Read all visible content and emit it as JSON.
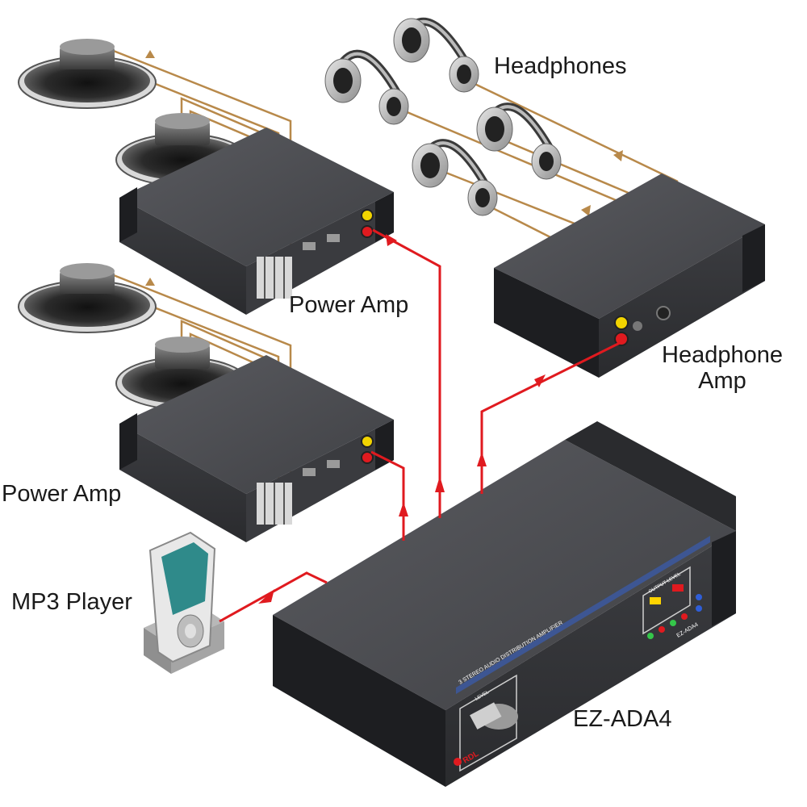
{
  "labels": {
    "headphones": "Headphones",
    "power_amp_top": "Power Amp",
    "power_amp_bottom": "Power Amp",
    "headphone_amp_line1": "Headphone",
    "headphone_amp_line2": "Amp",
    "mp3_player": "MP3 Player",
    "main_unit": "EZ-ADA4"
  },
  "panel": {
    "title": "3 STEREO AUDIO DISTRIBUTION AMPLIFIER",
    "level": "LEVEL",
    "output_level": "OUTPUT LEVEL",
    "model": "EZ-ADA4",
    "brand": "RDL"
  },
  "colors": {
    "signal_red": "#e01a1f",
    "speaker_wire": "#b8894a",
    "chassis": "#4a4b4f",
    "chassis_side": "#2e2f33",
    "end_cap": "#1d1e21"
  }
}
